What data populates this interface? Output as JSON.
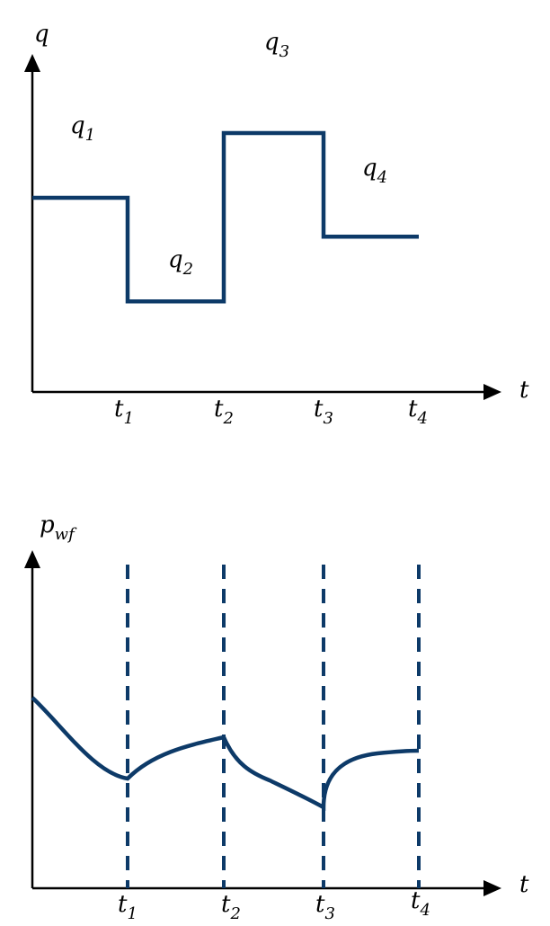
{
  "colors": {
    "curve": "#0d3a68",
    "axis": "#000000"
  },
  "rate_plot": {
    "y_axis": {
      "symbol": "q",
      "subscript": ""
    },
    "x_axis": {
      "symbol": "t",
      "subscript": ""
    },
    "ticks": [
      {
        "symbol": "t",
        "subscript": "1"
      },
      {
        "symbol": "t",
        "subscript": "2"
      },
      {
        "symbol": "t",
        "subscript": "3"
      },
      {
        "symbol": "t",
        "subscript": "4"
      }
    ],
    "steps": [
      {
        "symbol": "q",
        "subscript": "1",
        "level": 0.6
      },
      {
        "symbol": "q",
        "subscript": "2",
        "level": 0.28
      },
      {
        "symbol": "q",
        "subscript": "3",
        "level": 0.8
      },
      {
        "symbol": "q",
        "subscript": "4",
        "level": 0.48
      }
    ]
  },
  "pressure_plot": {
    "y_axis": {
      "symbol": "p",
      "subscript": "wf"
    },
    "x_axis": {
      "symbol": "t",
      "subscript": ""
    },
    "ticks": [
      {
        "symbol": "t",
        "subscript": "1"
      },
      {
        "symbol": "t",
        "subscript": "2"
      },
      {
        "symbol": "t",
        "subscript": "3"
      },
      {
        "symbol": "t",
        "subscript": "4"
      }
    ]
  }
}
